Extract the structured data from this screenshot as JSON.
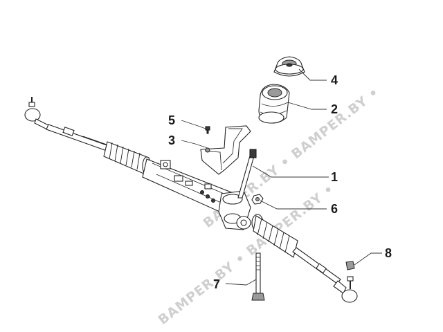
{
  "callouts": [
    {
      "id": "1",
      "label": "1"
    },
    {
      "id": "2",
      "label": "2"
    },
    {
      "id": "3",
      "label": "3"
    },
    {
      "id": "4",
      "label": "4"
    },
    {
      "id": "5",
      "label": "5"
    },
    {
      "id": "6",
      "label": "6"
    },
    {
      "id": "7",
      "label": "7"
    },
    {
      "id": "8",
      "label": "8"
    }
  ],
  "watermark": {
    "text_upper": "BAMPER.BY • BAMPER.BY •",
    "text_lower": "BAMPER.BY • BAMPER.BY •"
  },
  "colors": {
    "line": "#222222",
    "watermark": "#cfcfcf",
    "background": "#ffffff"
  }
}
